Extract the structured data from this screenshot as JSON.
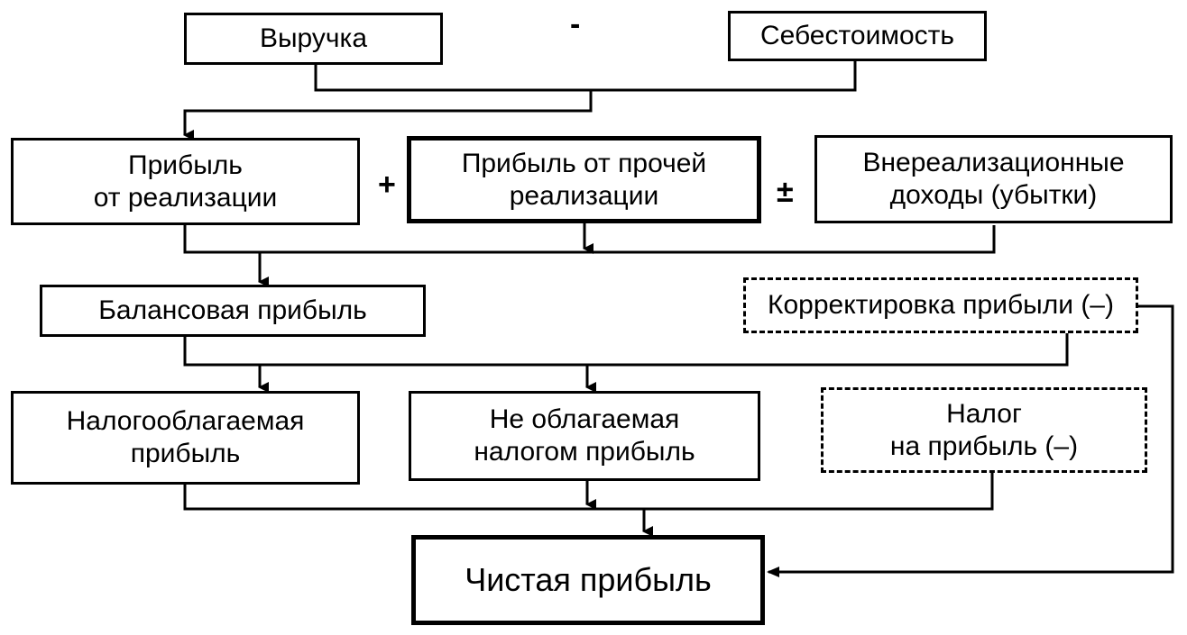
{
  "nodes": {
    "revenue": "Выручка",
    "cost": "Себестоимость",
    "sales_profit": "Прибыль\nот реализации",
    "other_sales_profit": "Прибыль от прочей\nреализации",
    "non_operating": "Внереализационные\nдоходы (убытки)",
    "balance_profit": "Балансовая прибыль",
    "profit_adjustment": "Корректировка прибыли (–)",
    "taxable_profit": "Налогооблагаемая\nприбыль",
    "non_taxable_profit": "Не облагаемая\nналогом прибыль",
    "profit_tax": "Налог\nна прибыль (–)",
    "net_profit": "Чистая прибыль"
  },
  "operators": {
    "minus": "-",
    "plus": "+",
    "plus_minus": "±"
  }
}
